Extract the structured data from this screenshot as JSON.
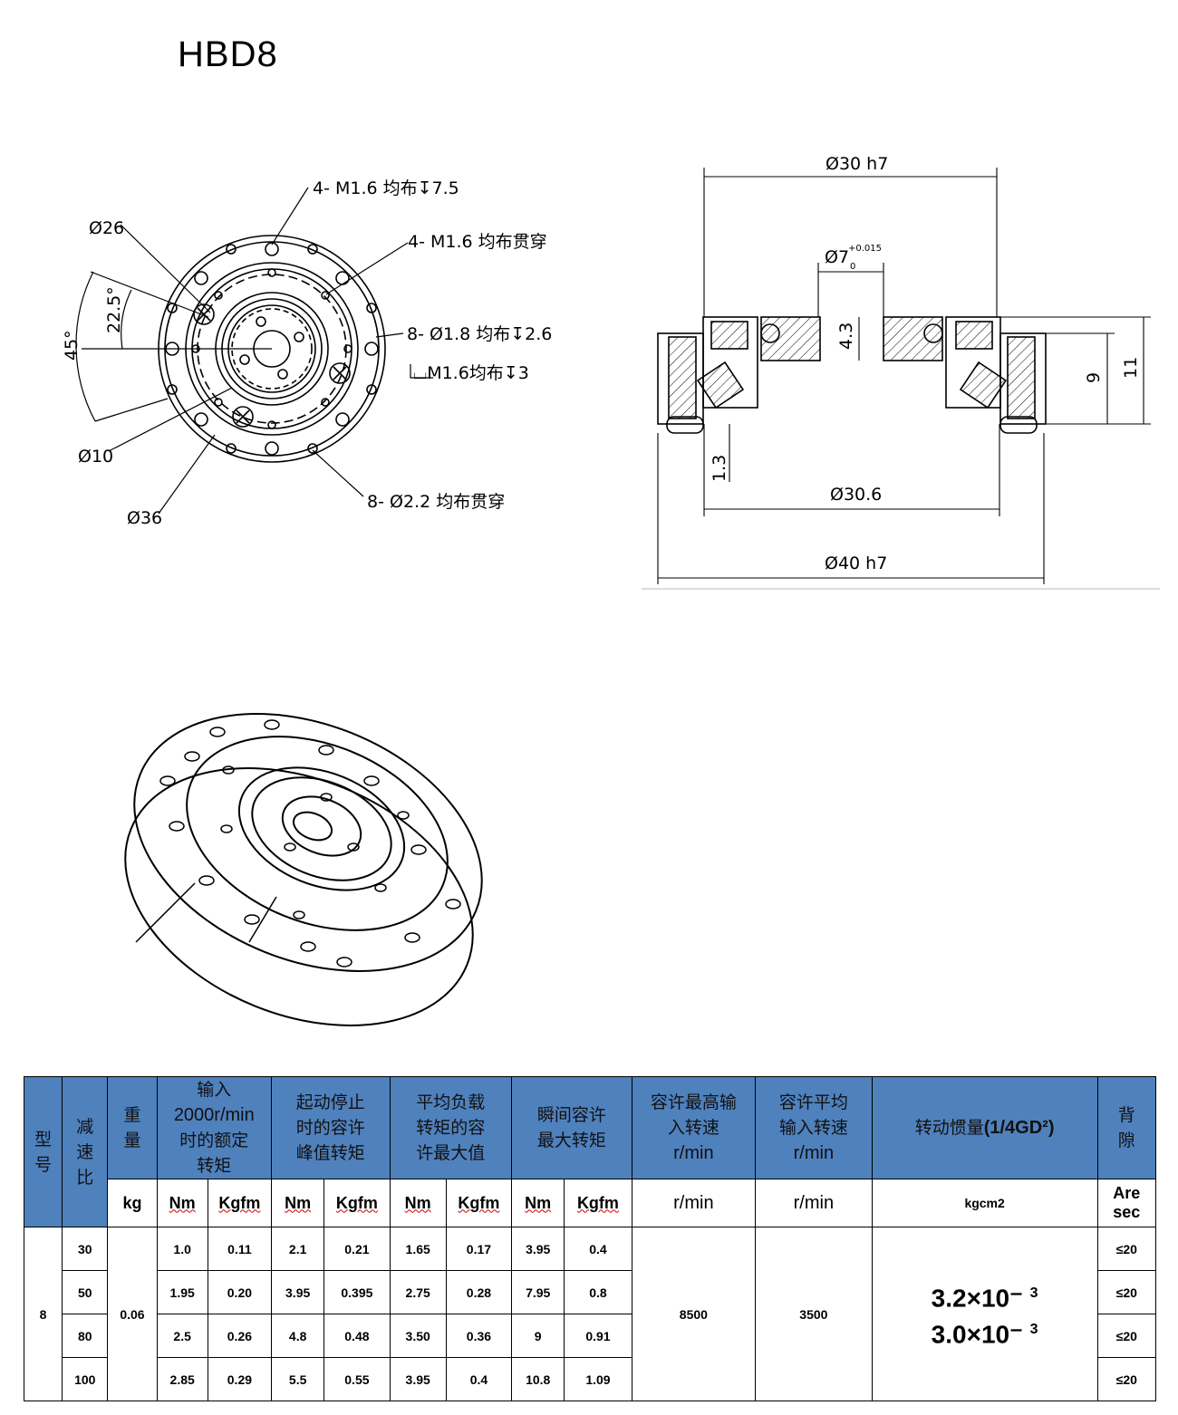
{
  "title": "HBD8",
  "front_view": {
    "callouts": [
      "4- M1.6 均布↧7.5",
      "4- M1.6 均布贯穿",
      "8- Ø1.8 均布↧2.6",
      "⌴M1.6均布↧3",
      "8- Ø2.2 均布贯穿"
    ],
    "diameters": [
      "Ø26",
      "Ø10",
      "Ø36"
    ],
    "angles": [
      "22.5°",
      "45°"
    ]
  },
  "section_view": {
    "d_30": "Ø30 h7",
    "d_7": "Ø7",
    "d_7_tol_upper": "+0.015",
    "d_7_tol_lower": "0",
    "h_43": "4.3",
    "h_9": "9",
    "h_11": "11",
    "h_13": "1.3",
    "d_306": "Ø30.6",
    "d_40": "Ø40 h7"
  },
  "table": {
    "headers": {
      "model": "型号",
      "ratio": "减速比",
      "weight": "重量",
      "rated": "输入2000r/min时的额定转矩",
      "rated_line2": "2000r/min",
      "rated_l1": "输入",
      "rated_l3": "时的额定",
      "rated_l4": "转矩",
      "start_l1": "起动停止",
      "start_l2": "时的容许",
      "start_l3": "峰值转矩",
      "avg_l1": "平均负载",
      "avg_l2": "转矩的容",
      "avg_l3": "许最大值",
      "inst_l1": "瞬间容许",
      "inst_l2": "最大转矩",
      "maxin_l1": "容许最高输",
      "maxin_l2": "入转速",
      "maxin_l3": "r/min",
      "avgin_l1": "容许平均",
      "avgin_l2": "输入转速",
      "avgin_l3": "r/min",
      "inertia_cn": "转动惯量",
      "inertia_en": "(1/4GD²)",
      "backlash_l1": "背",
      "backlash_l2": "隙",
      "model_l1": "型",
      "model_l2": "号",
      "ratio_l1": "减",
      "ratio_l2": "速",
      "ratio_l3": "比",
      "weight_l1": "重",
      "weight_l2": "量"
    },
    "units": {
      "weight": "kg",
      "nm": "Nm",
      "kgfm": "Kgfm",
      "maxin": "r/min",
      "avgin": "r/min",
      "inertia": "kgcm2",
      "backlash_l1": "Are",
      "backlash_l2": "sec"
    },
    "model": "8",
    "weight": "0.06",
    "max_input_speed": "8500",
    "avg_input_speed": "3500",
    "inertia_1": "3.2×10⁻",
    "inertia_1_exp": "3",
    "inertia_2": "3.0×10⁻",
    "inertia_2_exp": "3",
    "rows": [
      {
        "ratio": "30",
        "rated_nm": "1.0",
        "rated_kgfm": "0.11",
        "peak_nm": "2.1",
        "peak_kgfm": "0.21",
        "avg_nm": "1.65",
        "avg_kgfm": "0.17",
        "inst_nm": "3.95",
        "inst_kgfm": "0.4",
        "backlash": "≤20"
      },
      {
        "ratio": "50",
        "rated_nm": "1.95",
        "rated_kgfm": "0.20",
        "peak_nm": "3.95",
        "peak_kgfm": "0.395",
        "avg_nm": "2.75",
        "avg_kgfm": "0.28",
        "inst_nm": "7.95",
        "inst_kgfm": "0.8",
        "backlash": "≤20"
      },
      {
        "ratio": "80",
        "rated_nm": "2.5",
        "rated_kgfm": "0.26",
        "peak_nm": "4.8",
        "peak_kgfm": "0.48",
        "avg_nm": "3.50",
        "avg_kgfm": "0.36",
        "inst_nm": "9",
        "inst_kgfm": "0.91",
        "backlash": "≤20"
      },
      {
        "ratio": "100",
        "rated_nm": "2.85",
        "rated_kgfm": "0.29",
        "peak_nm": "5.5",
        "peak_kgfm": "0.55",
        "avg_nm": "3.95",
        "avg_kgfm": "0.4",
        "inst_nm": "10.8",
        "inst_kgfm": "1.09",
        "backlash": "≤20"
      }
    ]
  }
}
